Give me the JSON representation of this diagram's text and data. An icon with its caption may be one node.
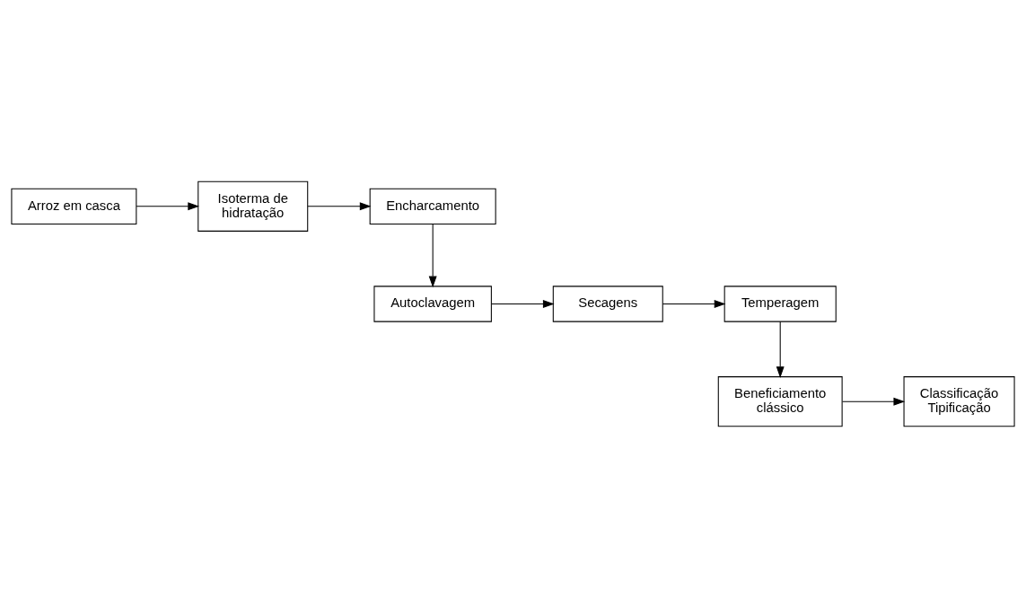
{
  "diagram": {
    "nodes": [
      {
        "text": [
          "Arroz em casca"
        ]
      },
      {
        "text": [
          "Isoterma de hidratação"
        ]
      },
      {
        "text": [
          "Encharcamento"
        ]
      },
      {
        "text": [
          "Autoclavagem"
        ]
      },
      {
        "text": [
          "Secagens"
        ]
      },
      {
        "text": [
          "Temperagem"
        ]
      },
      {
        "text": [
          "Beneficiamento clássico"
        ]
      },
      {
        "text": [
          "Classificação Tipificação"
        ]
      }
    ],
    "edges": [
      {
        "from": 0,
        "to": 1,
        "arrow": "to"
      },
      {
        "from": 1,
        "to": 2,
        "arrow": "to"
      },
      {
        "from": 2,
        "to": 3,
        "arrow": "to"
      },
      {
        "from": 3,
        "to": 4,
        "arrow": "to"
      },
      {
        "from": 4,
        "to": 5,
        "arrow": "to"
      },
      {
        "from": 5,
        "to": 6,
        "arrow": "to"
      },
      {
        "from": 6,
        "to": 7,
        "arrow": "to"
      }
    ]
  }
}
